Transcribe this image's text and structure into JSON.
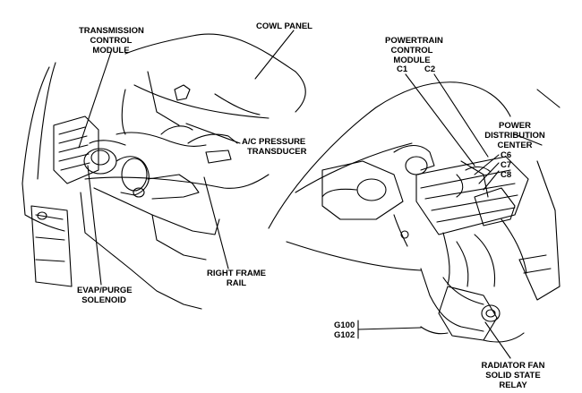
{
  "labels": {
    "tcm": [
      "TRANSMISSION",
      "CONTROL",
      "MODULE"
    ],
    "cowl": [
      "COWL PANEL"
    ],
    "ac": [
      "A/C PRESSURE",
      "TRANSDUCER"
    ],
    "rail": [
      "RIGHT FRAME",
      "RAIL"
    ],
    "evap": [
      "EVAP/PURGE",
      "SOLENOID"
    ],
    "pcm": [
      "POWERTRAIN",
      "CONTROL",
      "MODULE"
    ],
    "pcm_c1": "C1",
    "pcm_c2": "C2",
    "pdc": [
      "POWER",
      "DISTRIBUTION",
      "CENTER"
    ],
    "pdc_connectors": [
      "C6",
      "C7",
      "C8"
    ],
    "grounds": [
      "G100",
      "G102"
    ],
    "fan_relay": [
      "RADIATOR FAN",
      "SOLID STATE",
      "RELAY"
    ]
  },
  "colors": {
    "ink": "#000000",
    "background": "#ffffff"
  }
}
